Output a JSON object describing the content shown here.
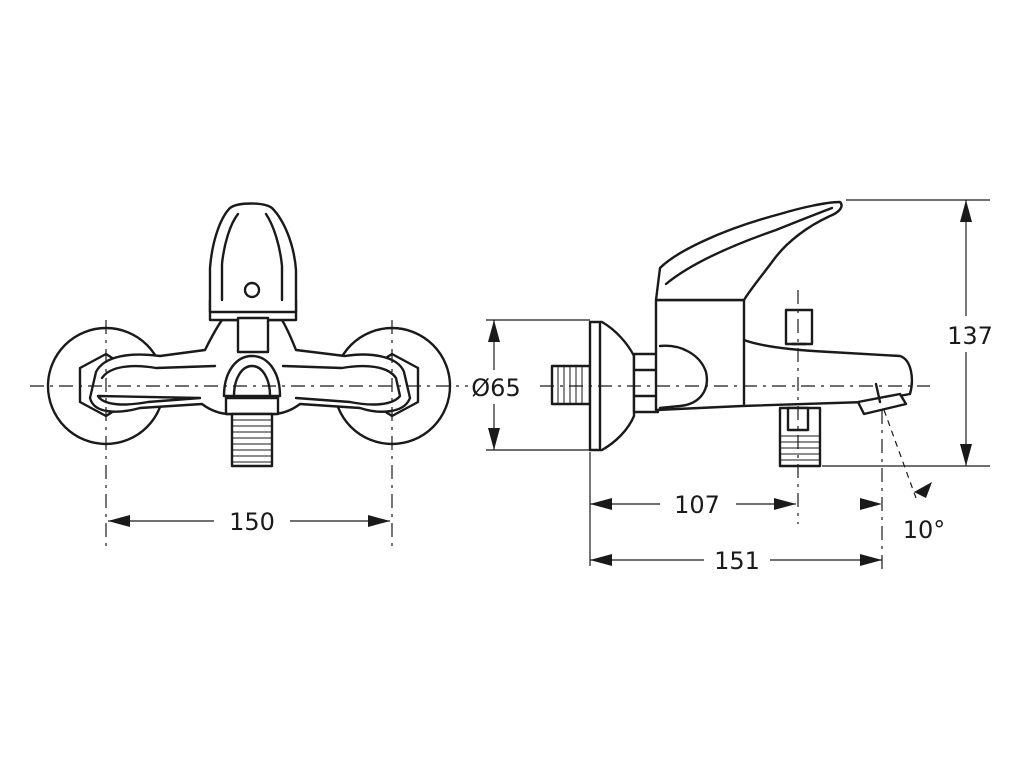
{
  "dimensions": {
    "front_width": "150",
    "side_depth": "107",
    "side_total": "151",
    "height": "137",
    "rosette_diameter": "Ø65",
    "spout_angle": "10°"
  }
}
